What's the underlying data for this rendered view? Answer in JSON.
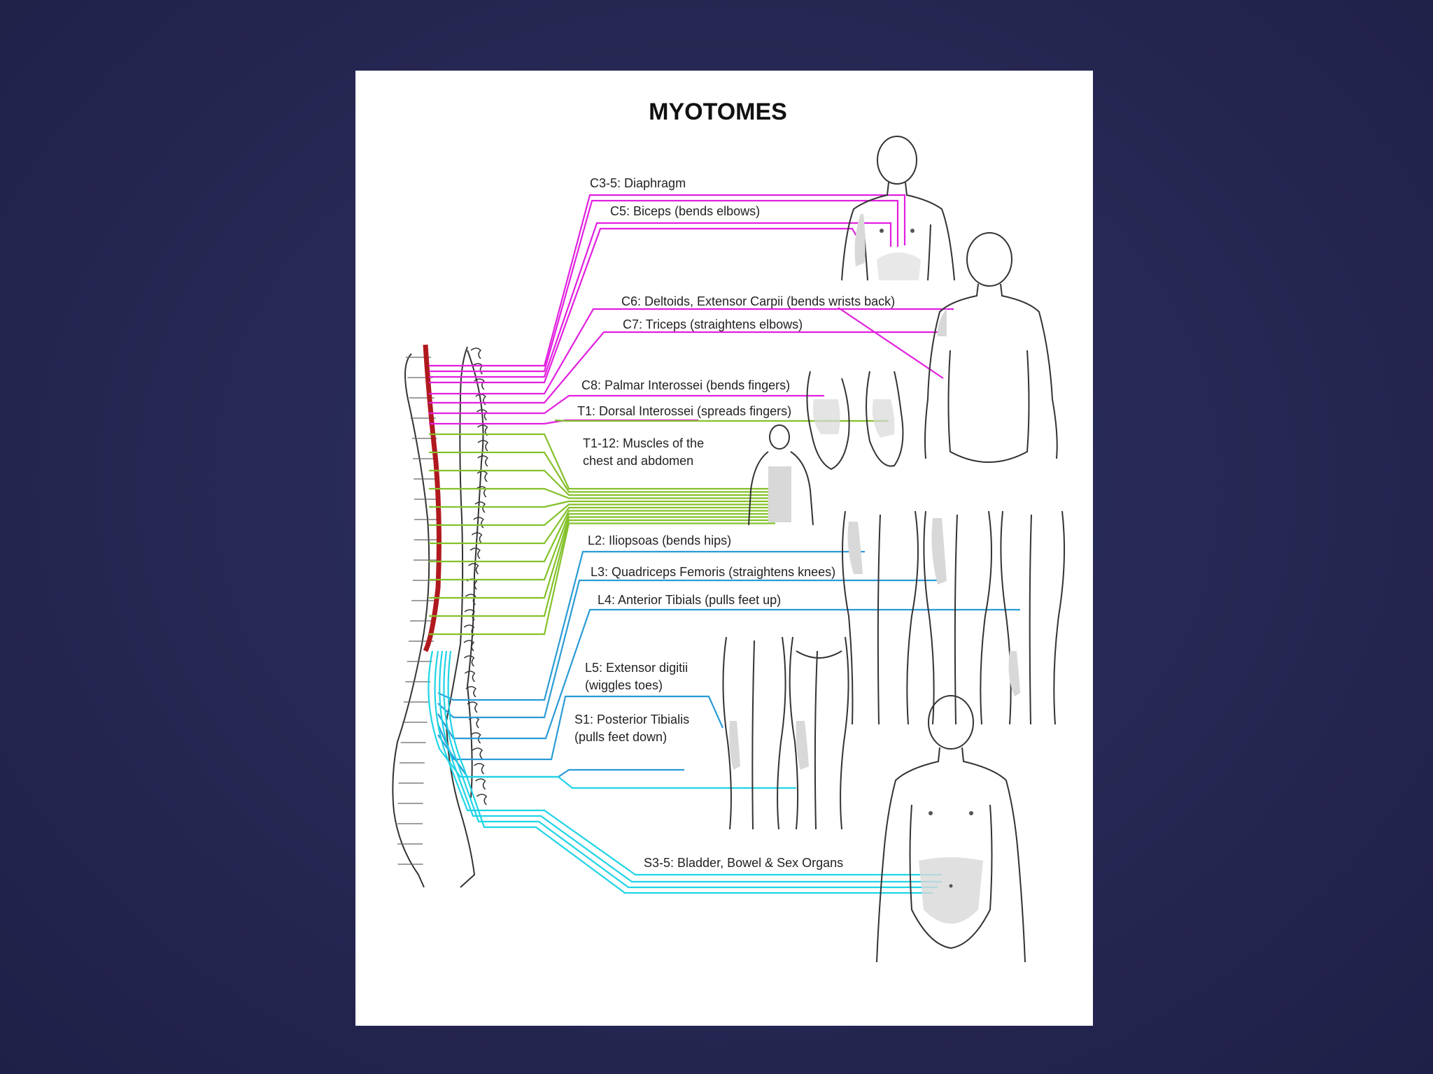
{
  "title": "MYOTOMES",
  "labels": {
    "c3_5": "C3-5: Diaphragm",
    "c5": "C5: Biceps (bends elbows)",
    "c6": "C6: Deltoids, Extensor Carpii (bends wrists back)",
    "c7": "C7: Triceps (straightens elbows)",
    "c8": "C8: Palmar Interossei (bends fingers)",
    "t1": "T1: Dorsal Interossei (spreads fingers)",
    "t1_12_line1": "T1-12: Muscles of the",
    "t1_12_line2": "chest and abdomen",
    "l2": "L2: Iliopsoas (bends hips)",
    "l3": "L3: Quadriceps Femoris (straightens knees)",
    "l4": "L4: Anterior Tibials (pulls feet up)",
    "l5_line1": "L5: Extensor digitii",
    "l5_line2": "(wiggles toes)",
    "s1_line1": "S1: Posterior Tibialis",
    "s1_line2": "(pulls feet down)",
    "s3_5": "S3-5: Bladder, Bowel & Sex Organs"
  },
  "colors": {
    "cervical": "#e21fe0",
    "thoracic": "#84c12a",
    "lumbar": "#2a9bd6",
    "sacral": "#1fd4e6",
    "spinal_cord": "#b0191e",
    "background": "#262752"
  }
}
